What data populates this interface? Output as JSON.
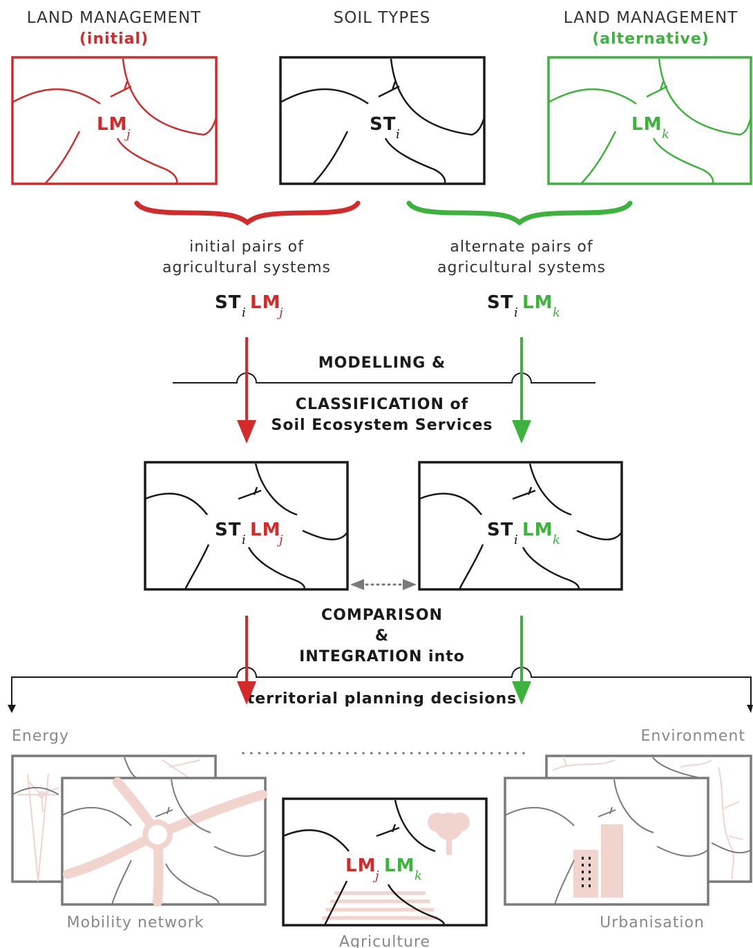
{
  "colors": {
    "initial": "#d42a2a",
    "alternative": "#3cb33c",
    "black": "#1a1a1a",
    "grey": "#7a7a7a",
    "faded": "#f2d4cf"
  },
  "top": {
    "initial_title": "LAND MANAGEMENT",
    "initial_sub": "(initial)",
    "soil_title": "SOIL TYPES",
    "alternative_title": "LAND MANAGEMENT",
    "alternative_sub": "(alternative)"
  },
  "maps": {
    "lm_main": "LM",
    "lm_j_sub": "j",
    "lm_k_sub": "k",
    "st_main": "ST",
    "st_i_sub": "i"
  },
  "pairs": {
    "initial_line1": "initial pairs of",
    "initial_line2": "agricultural systems",
    "alternate_line1": "alternate pairs of",
    "alternate_line2": "agricultural systems"
  },
  "modelling": {
    "line1": "MODELLING &",
    "line2": "CLASSIFICATION of",
    "line3": "Soil Ecosystem Services"
  },
  "comparison": {
    "line1": "COMPARISON",
    "line2": "&",
    "line3": "INTEGRATION into",
    "line4": "territorial planning decisions"
  },
  "sectors": {
    "energy": "Energy",
    "environment": "Environment",
    "mobility": "Mobility network",
    "agriculture": "Agriculture",
    "urbanisation": "Urbanisation"
  }
}
